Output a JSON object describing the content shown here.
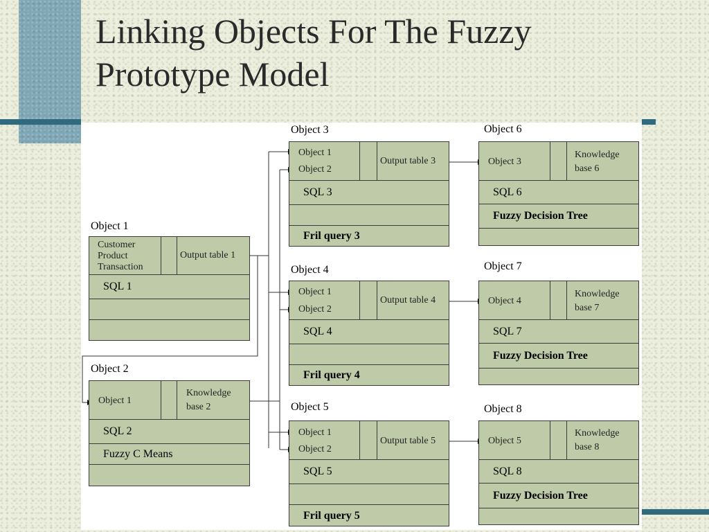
{
  "title": "Linking Objects For The Fuzzy Prototype Model",
  "title_line1": "Linking Objects For The Fuzzy",
  "title_line2": "Prototype Model",
  "colors": {
    "accent_bar": "#2f6b7d",
    "square": "#7fa7b5",
    "box_fill": "#bfcaa8",
    "background": "#eceede"
  },
  "objects": {
    "o1": {
      "title": "Object 1",
      "in1": "Customer",
      "in2": "Product",
      "in3": "Transaction",
      "out": "Output table 1",
      "r1": "SQL 1"
    },
    "o2": {
      "title": "Object 2",
      "in1": "Object 1",
      "kb1": "Knowledge",
      "kb2": "base 2",
      "r1": "SQL 2",
      "r2": "Fuzzy C Means"
    },
    "o3": {
      "title": "Object 3",
      "in1": "Object 1",
      "in2": "Object 2",
      "out": "Output table 3",
      "r1": "SQL 3",
      "r3": "Fril query 3"
    },
    "o4": {
      "title": "Object 4",
      "in1": "Object 1",
      "in2": "Object 2",
      "out": "Output table 4",
      "r1": "SQL 4",
      "r3": "Fril query 4"
    },
    "o5": {
      "title": "Object 5",
      "in1": "Object 1",
      "in2": "Object 2",
      "out": "Output table 5",
      "r1": "SQL 5",
      "r3": "Fril query 5"
    },
    "o6": {
      "title": "Object 6",
      "in1": "Object 3",
      "kb1": "Knowledge",
      "kb2": "base 6",
      "r1": "SQL 6",
      "r2": "Fuzzy Decision Tree"
    },
    "o7": {
      "title": "Object 7",
      "in1": "Object 4",
      "kb1": "Knowledge",
      "kb2": "base 7",
      "r1": "SQL 7",
      "r2": "Fuzzy Decision Tree"
    },
    "o8": {
      "title": "Object 8",
      "in1": "Object 5",
      "kb1": "Knowledge",
      "kb2": "base 8",
      "r1": "SQL 8",
      "r2": "Fuzzy Decision Tree"
    }
  }
}
